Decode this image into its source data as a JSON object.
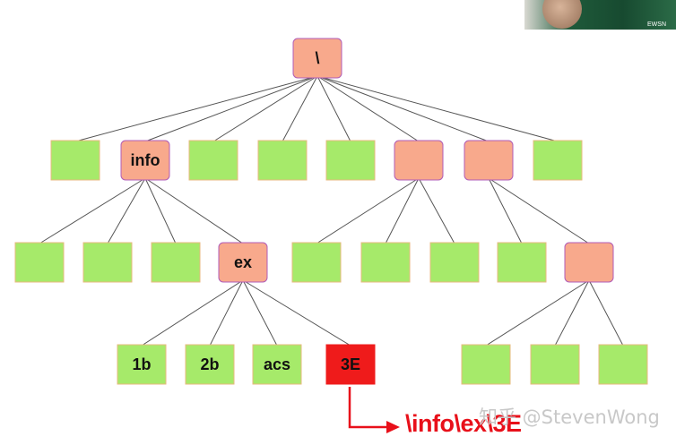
{
  "colors": {
    "leaf_fill": "#a6ea6a",
    "leaf_stroke": "#e7b97e",
    "dir_fill": "#f8a98c",
    "dir_stroke": "#b05cb8",
    "target_fill": "#ef1b1b",
    "edge": "#555555",
    "arrow": "#e8101a"
  },
  "tree": {
    "nodes": [
      {
        "id": "root",
        "label": "\\",
        "kind": "dir"
      },
      {
        "id": "l1-a",
        "label": "",
        "kind": "leaf"
      },
      {
        "id": "info",
        "label": "info",
        "kind": "dir"
      },
      {
        "id": "l1-c",
        "label": "",
        "kind": "leaf"
      },
      {
        "id": "l1-d",
        "label": "",
        "kind": "leaf"
      },
      {
        "id": "l1-e",
        "label": "",
        "kind": "leaf"
      },
      {
        "id": "l1-f",
        "label": "",
        "kind": "dir"
      },
      {
        "id": "l1-g",
        "label": "",
        "kind": "dir"
      },
      {
        "id": "l1-h",
        "label": "",
        "kind": "leaf"
      },
      {
        "id": "l2-a",
        "label": "",
        "kind": "leaf"
      },
      {
        "id": "l2-b",
        "label": "",
        "kind": "leaf"
      },
      {
        "id": "l2-c",
        "label": "",
        "kind": "leaf"
      },
      {
        "id": "ex",
        "label": "ex",
        "kind": "dir"
      },
      {
        "id": "l2-e",
        "label": "",
        "kind": "leaf"
      },
      {
        "id": "l2-f",
        "label": "",
        "kind": "leaf"
      },
      {
        "id": "l2-g",
        "label": "",
        "kind": "leaf"
      },
      {
        "id": "l2-h",
        "label": "",
        "kind": "leaf"
      },
      {
        "id": "l2-i",
        "label": "",
        "kind": "dir"
      },
      {
        "id": "1b",
        "label": "1b",
        "kind": "leaf"
      },
      {
        "id": "2b",
        "label": "2b",
        "kind": "leaf"
      },
      {
        "id": "acs",
        "label": "acs",
        "kind": "leaf"
      },
      {
        "id": "3E",
        "label": "3E",
        "kind": "target"
      },
      {
        "id": "l3-e",
        "label": "",
        "kind": "leaf"
      },
      {
        "id": "l3-f",
        "label": "",
        "kind": "leaf"
      },
      {
        "id": "l3-g",
        "label": "",
        "kind": "leaf"
      }
    ],
    "edges": [
      [
        "root",
        "l1-a"
      ],
      [
        "root",
        "info"
      ],
      [
        "root",
        "l1-c"
      ],
      [
        "root",
        "l1-d"
      ],
      [
        "root",
        "l1-e"
      ],
      [
        "root",
        "l1-f"
      ],
      [
        "root",
        "l1-g"
      ],
      [
        "root",
        "l1-h"
      ],
      [
        "info",
        "l2-a"
      ],
      [
        "info",
        "l2-b"
      ],
      [
        "info",
        "l2-c"
      ],
      [
        "info",
        "ex"
      ],
      [
        "l1-f",
        "l2-e"
      ],
      [
        "l1-f",
        "l2-f"
      ],
      [
        "l1-f",
        "l2-g"
      ],
      [
        "l1-g",
        "l2-h"
      ],
      [
        "l1-g",
        "l2-i"
      ],
      [
        "ex",
        "1b"
      ],
      [
        "ex",
        "2b"
      ],
      [
        "ex",
        "acs"
      ],
      [
        "ex",
        "3E"
      ],
      [
        "l2-i",
        "l3-e"
      ],
      [
        "l2-i",
        "l3-f"
      ],
      [
        "l2-i",
        "l3-g"
      ]
    ]
  },
  "path_label": "\\info\\ex\\3E",
  "watermark": "知乎 @StevenWong",
  "webcam_badge": "EWSN"
}
